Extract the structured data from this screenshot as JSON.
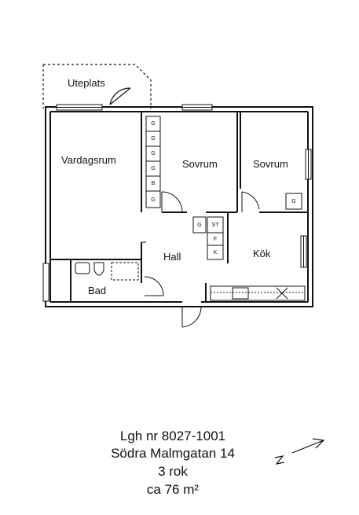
{
  "rooms": {
    "uteplats": "Uteplats",
    "vardagsrum": "Vardagsrum",
    "sovrum_1": "Sovrum",
    "sovrum_2": "Sovrum",
    "hall": "Hall",
    "kok": "Kök",
    "bad": "Bad"
  },
  "storage_marks": {
    "closet_column": [
      "G",
      "G",
      "G",
      "G",
      "B",
      "G"
    ],
    "sovrum_2_closet": "G",
    "hall_g": "G",
    "hall_st": "ST",
    "hall_f": "F",
    "hall_k": "K"
  },
  "caption": {
    "apartment_no": "Lgh nr 8027-1001",
    "address": "Södra Malmgatan 14",
    "rooms_count": "3 rok",
    "area": "ca 76 m²"
  },
  "compass": {
    "north_label": "N",
    "icon": "north-arrow-icon"
  }
}
